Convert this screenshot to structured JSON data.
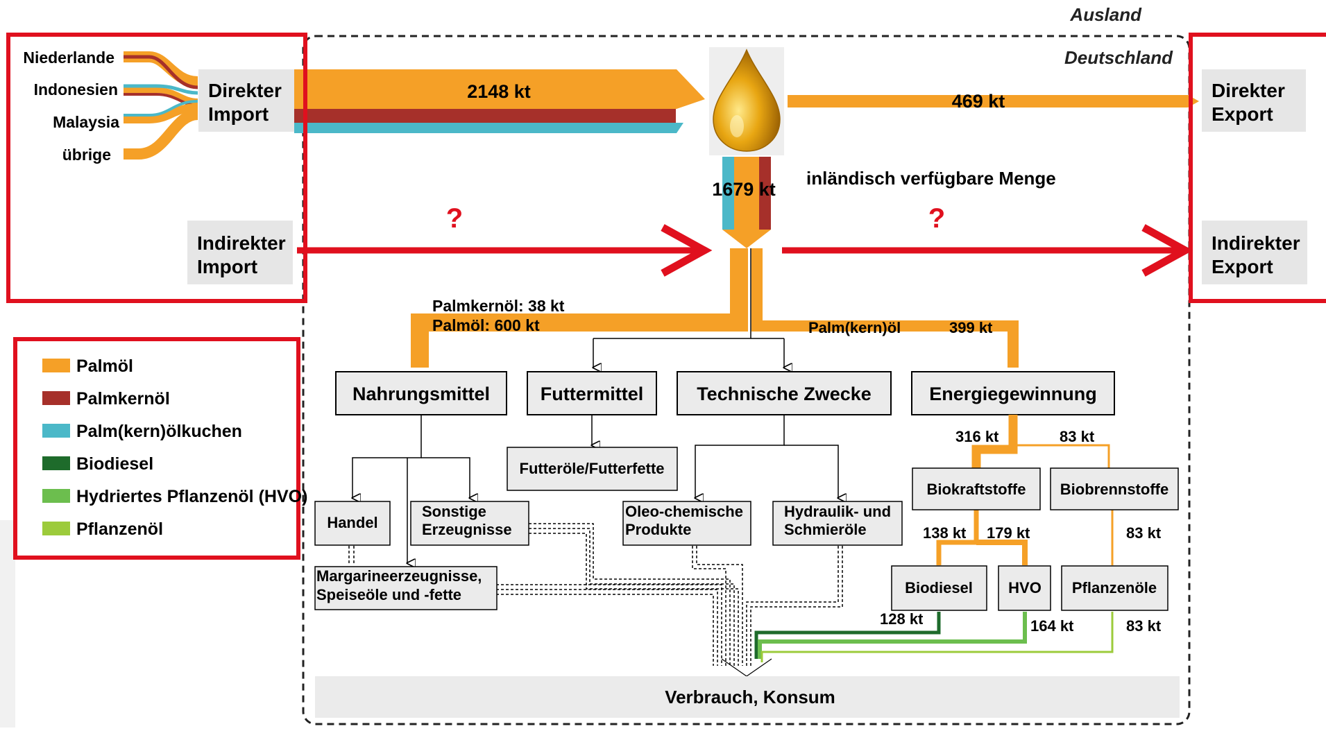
{
  "regions": {
    "outer": "Ausland",
    "inner": "Deutschland"
  },
  "sources": [
    "Niederlande",
    "Indonesien",
    "Malaysia",
    "übrige"
  ],
  "import": {
    "direct_line1": "Direkter",
    "direct_line2": "Import",
    "indirect_line1": "Indirekter",
    "indirect_line2": "Import"
  },
  "export": {
    "direct_line1": "Direkter",
    "direct_line2": "Export",
    "indirect_line1": "Indirekter",
    "indirect_line2": "Export"
  },
  "flows": {
    "import_direct": "2148 kt",
    "export_direct": "469 kt",
    "domestic": "1679 kt",
    "domestic_label": "inländisch verfügbare Menge",
    "unknown_import": "?",
    "unknown_export": "?",
    "palmkernoel_food": "Palmkernöl: 38 kt",
    "palmoel_food": "Palmöl: 600 kt",
    "palmkern_energy": "Palm(kern)öl",
    "energy_total": "399 kt",
    "biokraft": "316 kt",
    "biobrenn": "83 kt",
    "biodiesel_in": "138 kt",
    "hvo_in": "179 kt",
    "pflanzen_in": "83 kt",
    "biodiesel_out": "128 kt",
    "hvo_out": "164 kt",
    "pflanzen_out": "83 kt"
  },
  "categories": {
    "nahrung": "Nahrungsmittel",
    "futter": "Futtermittel",
    "technisch": "Technische Zwecke",
    "energie": "Energiegewinnung"
  },
  "subs": {
    "futteroele": "Futteröle/Futterfette",
    "handel": "Handel",
    "sonstige1": "Sonstige",
    "sonstige2": "Erzeugnisse",
    "margarine1": "Margarineerzeugnisse,",
    "margarine2": "Speiseöle und -fette",
    "oleo1": "Oleo-chemische",
    "oleo2": "Produkte",
    "hydraulik1": "Hydraulik- und",
    "hydraulik2": "Schmieröle",
    "biokraft": "Biokraftstoffe",
    "biobrenn": "Biobrennstoffe",
    "biodiesel": "Biodiesel",
    "hvo": "HVO",
    "pflanzenoele": "Pflanzenöle"
  },
  "sink": "Verbrauch, Konsum",
  "legend": [
    {
      "label": "Palmöl",
      "color": "#F5A027"
    },
    {
      "label": "Palmkernöl",
      "color": "#A6302A"
    },
    {
      "label": "Palm(kern)ölkuchen",
      "color": "#4BB8C8"
    },
    {
      "label": "Biodiesel",
      "color": "#1E6B2B"
    },
    {
      "label": "Hydriertes Pflanzenöl (HVO)",
      "color": "#6CBE4E"
    },
    {
      "label": "Pflanzenöl",
      "color": "#9CCB3B"
    }
  ],
  "colors": {
    "palmoel": "#F5A027",
    "palmkernoel": "#A6302A",
    "kuchen": "#4BB8C8",
    "biodiesel": "#1E6B2B",
    "hvo": "#6CBE4E",
    "pflanzenoel": "#9CCB3B",
    "highlight": "#E0101E"
  }
}
